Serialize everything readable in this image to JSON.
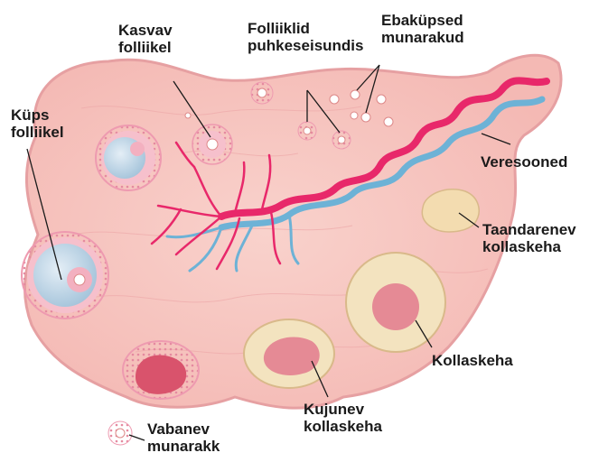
{
  "labels": {
    "kasvav": {
      "line1": "Kasvav",
      "line2": "folliikel"
    },
    "puhke": {
      "line1": "Folliiklid",
      "line2": "puhkeseisundis"
    },
    "ebakupsed": {
      "line1": "Ebaküpsed",
      "line2": "munarakud"
    },
    "kups": {
      "line1": "Küps",
      "line2": "folliikel"
    },
    "veresooned": {
      "line1": "Veresooned"
    },
    "taandarenev": {
      "line1": "Taandarenev",
      "line2": "kollaskeha"
    },
    "kollaskeha": {
      "line1": "Kollaskeha"
    },
    "kujunev": {
      "line1": "Kujunev",
      "line2": "kollaskeha"
    },
    "vabanev": {
      "line1": "Vabanev",
      "line2": "munarakk"
    }
  },
  "colors": {
    "ovary_fill": "#f7c6c2",
    "ovary_outline": "#e8a3a3",
    "artery": "#e8286a",
    "vein": "#6db2d6",
    "follicle_ring": "#f09ab0",
    "antrum": "#c9dcea",
    "corpus_luteum": "#f3e3bf",
    "corpus_core": "#e58a95",
    "text": "#1a1a1a"
  }
}
